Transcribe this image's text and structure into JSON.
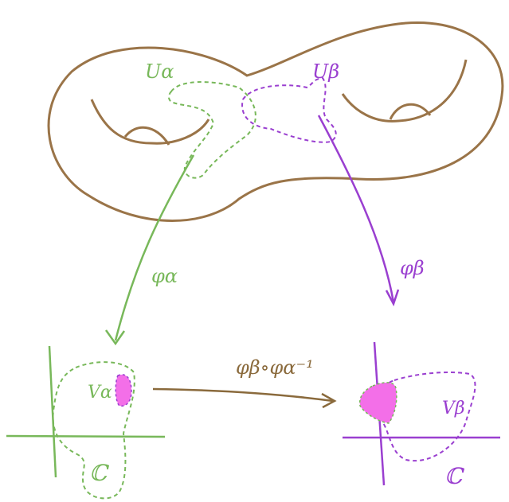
{
  "colors": {
    "surface": "#9a7448",
    "chart_alpha": "#78b85a",
    "chart_beta": "#9a3fd0",
    "overlap_fill": "#f36fe8",
    "transition_arrow": "#8a6a3c"
  },
  "labels": {
    "u_alpha": "Uα",
    "u_beta": "Uβ",
    "phi_alpha": "φα",
    "phi_beta": "φβ",
    "v_alpha": "Vα",
    "v_beta": "Vβ",
    "c_left": "ℂ",
    "c_right": "ℂ",
    "transition": "φβ∘φα⁻¹"
  }
}
